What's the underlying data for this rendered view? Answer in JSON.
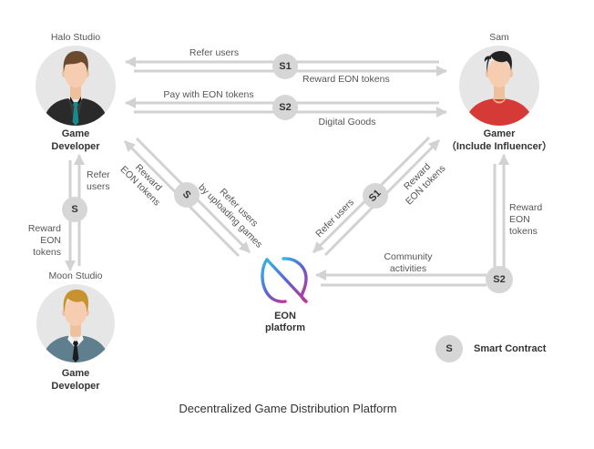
{
  "diagram": {
    "title": "Decentralized Game Distribution Platform",
    "actors": {
      "halo_studio": {
        "name": "Halo Studio",
        "role": [
          "Game",
          "Developer"
        ],
        "avatar_icon": "developer-avatar-dark-suit-teal-tie"
      },
      "sam": {
        "name": "Sam",
        "role": [
          "Gamer",
          "（Include Influencer）"
        ],
        "avatar_icon": "gamer-avatar-red-shirt"
      },
      "moon_studio": {
        "name": "Moon Studio",
        "role": [
          "Game",
          "Developer"
        ],
        "avatar_icon": "developer-avatar-blond-gray-suit"
      },
      "eon_platform": {
        "role": [
          "EON",
          "platform"
        ],
        "logo_icon": "eon-logo"
      }
    },
    "flows": {
      "halo_sam_s1": {
        "contract": "S1",
        "to_halo": "Refer users",
        "to_sam": "Reward EON tokens"
      },
      "halo_sam_s2": {
        "contract": "S2",
        "to_halo": "Pay with EON tokens",
        "to_sam": "Digital Goods"
      },
      "halo_moon": {
        "contract": "S",
        "to_halo": [
          "Refer",
          "users"
        ],
        "to_moon": [
          "Reward",
          "EON",
          "tokens"
        ]
      },
      "halo_eon": {
        "contract": "S",
        "to_halo": [
          "Reward",
          "EON tokens"
        ],
        "to_eon": [
          "Refer users",
          "by uploading games"
        ]
      },
      "sam_eon_s1": {
        "contract": "S1",
        "to_eon": "Refer users",
        "to_sam": [
          "Reward",
          "EON tokens"
        ]
      },
      "sam_eon_s2": {
        "contract": "S2",
        "to_eon": [
          "Community",
          "activities"
        ],
        "to_sam": [
          "Reward",
          "EON",
          "tokens"
        ]
      }
    },
    "legend": {
      "symbol": "S",
      "label": "Smart Contract"
    },
    "colors": {
      "arrow": "#d2d2d2",
      "contract_circle": "#d6d6d6",
      "avatar_background": "#e6e6e6",
      "eon_gradient_start": "#35b8e8",
      "eon_gradient_end": "#c8338f",
      "text": "#333333"
    }
  }
}
